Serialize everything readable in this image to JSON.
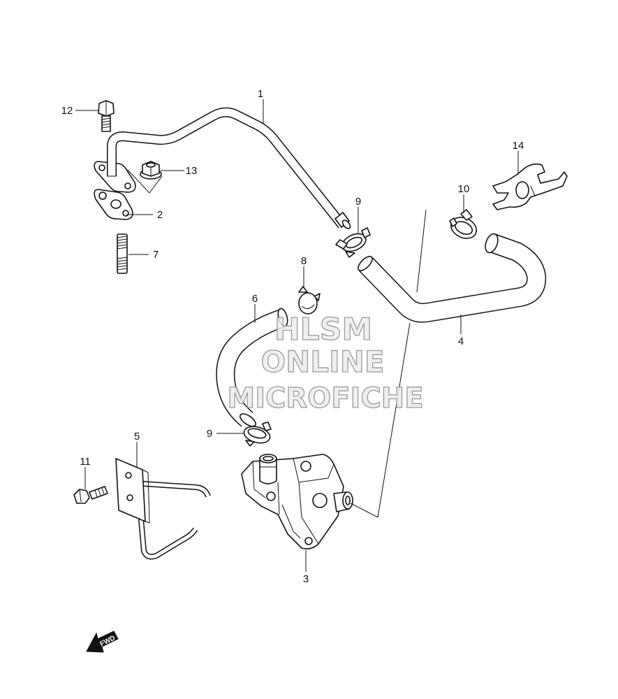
{
  "callouts": {
    "part_1": "1",
    "part_2": "2",
    "part_3": "3",
    "part_4": "4",
    "part_5": "5",
    "part_6": "6",
    "part_7": "7",
    "part_8": "8",
    "part_9_upper": "9",
    "part_9_lower": "9",
    "part_10": "10",
    "part_11": "11",
    "part_12": "12",
    "part_13": "13",
    "part_14": "14"
  },
  "watermark": {
    "line1": "HLSM",
    "line2": "ONLINE",
    "line3": "MICROFICHE"
  },
  "fwd_label": "FWD"
}
